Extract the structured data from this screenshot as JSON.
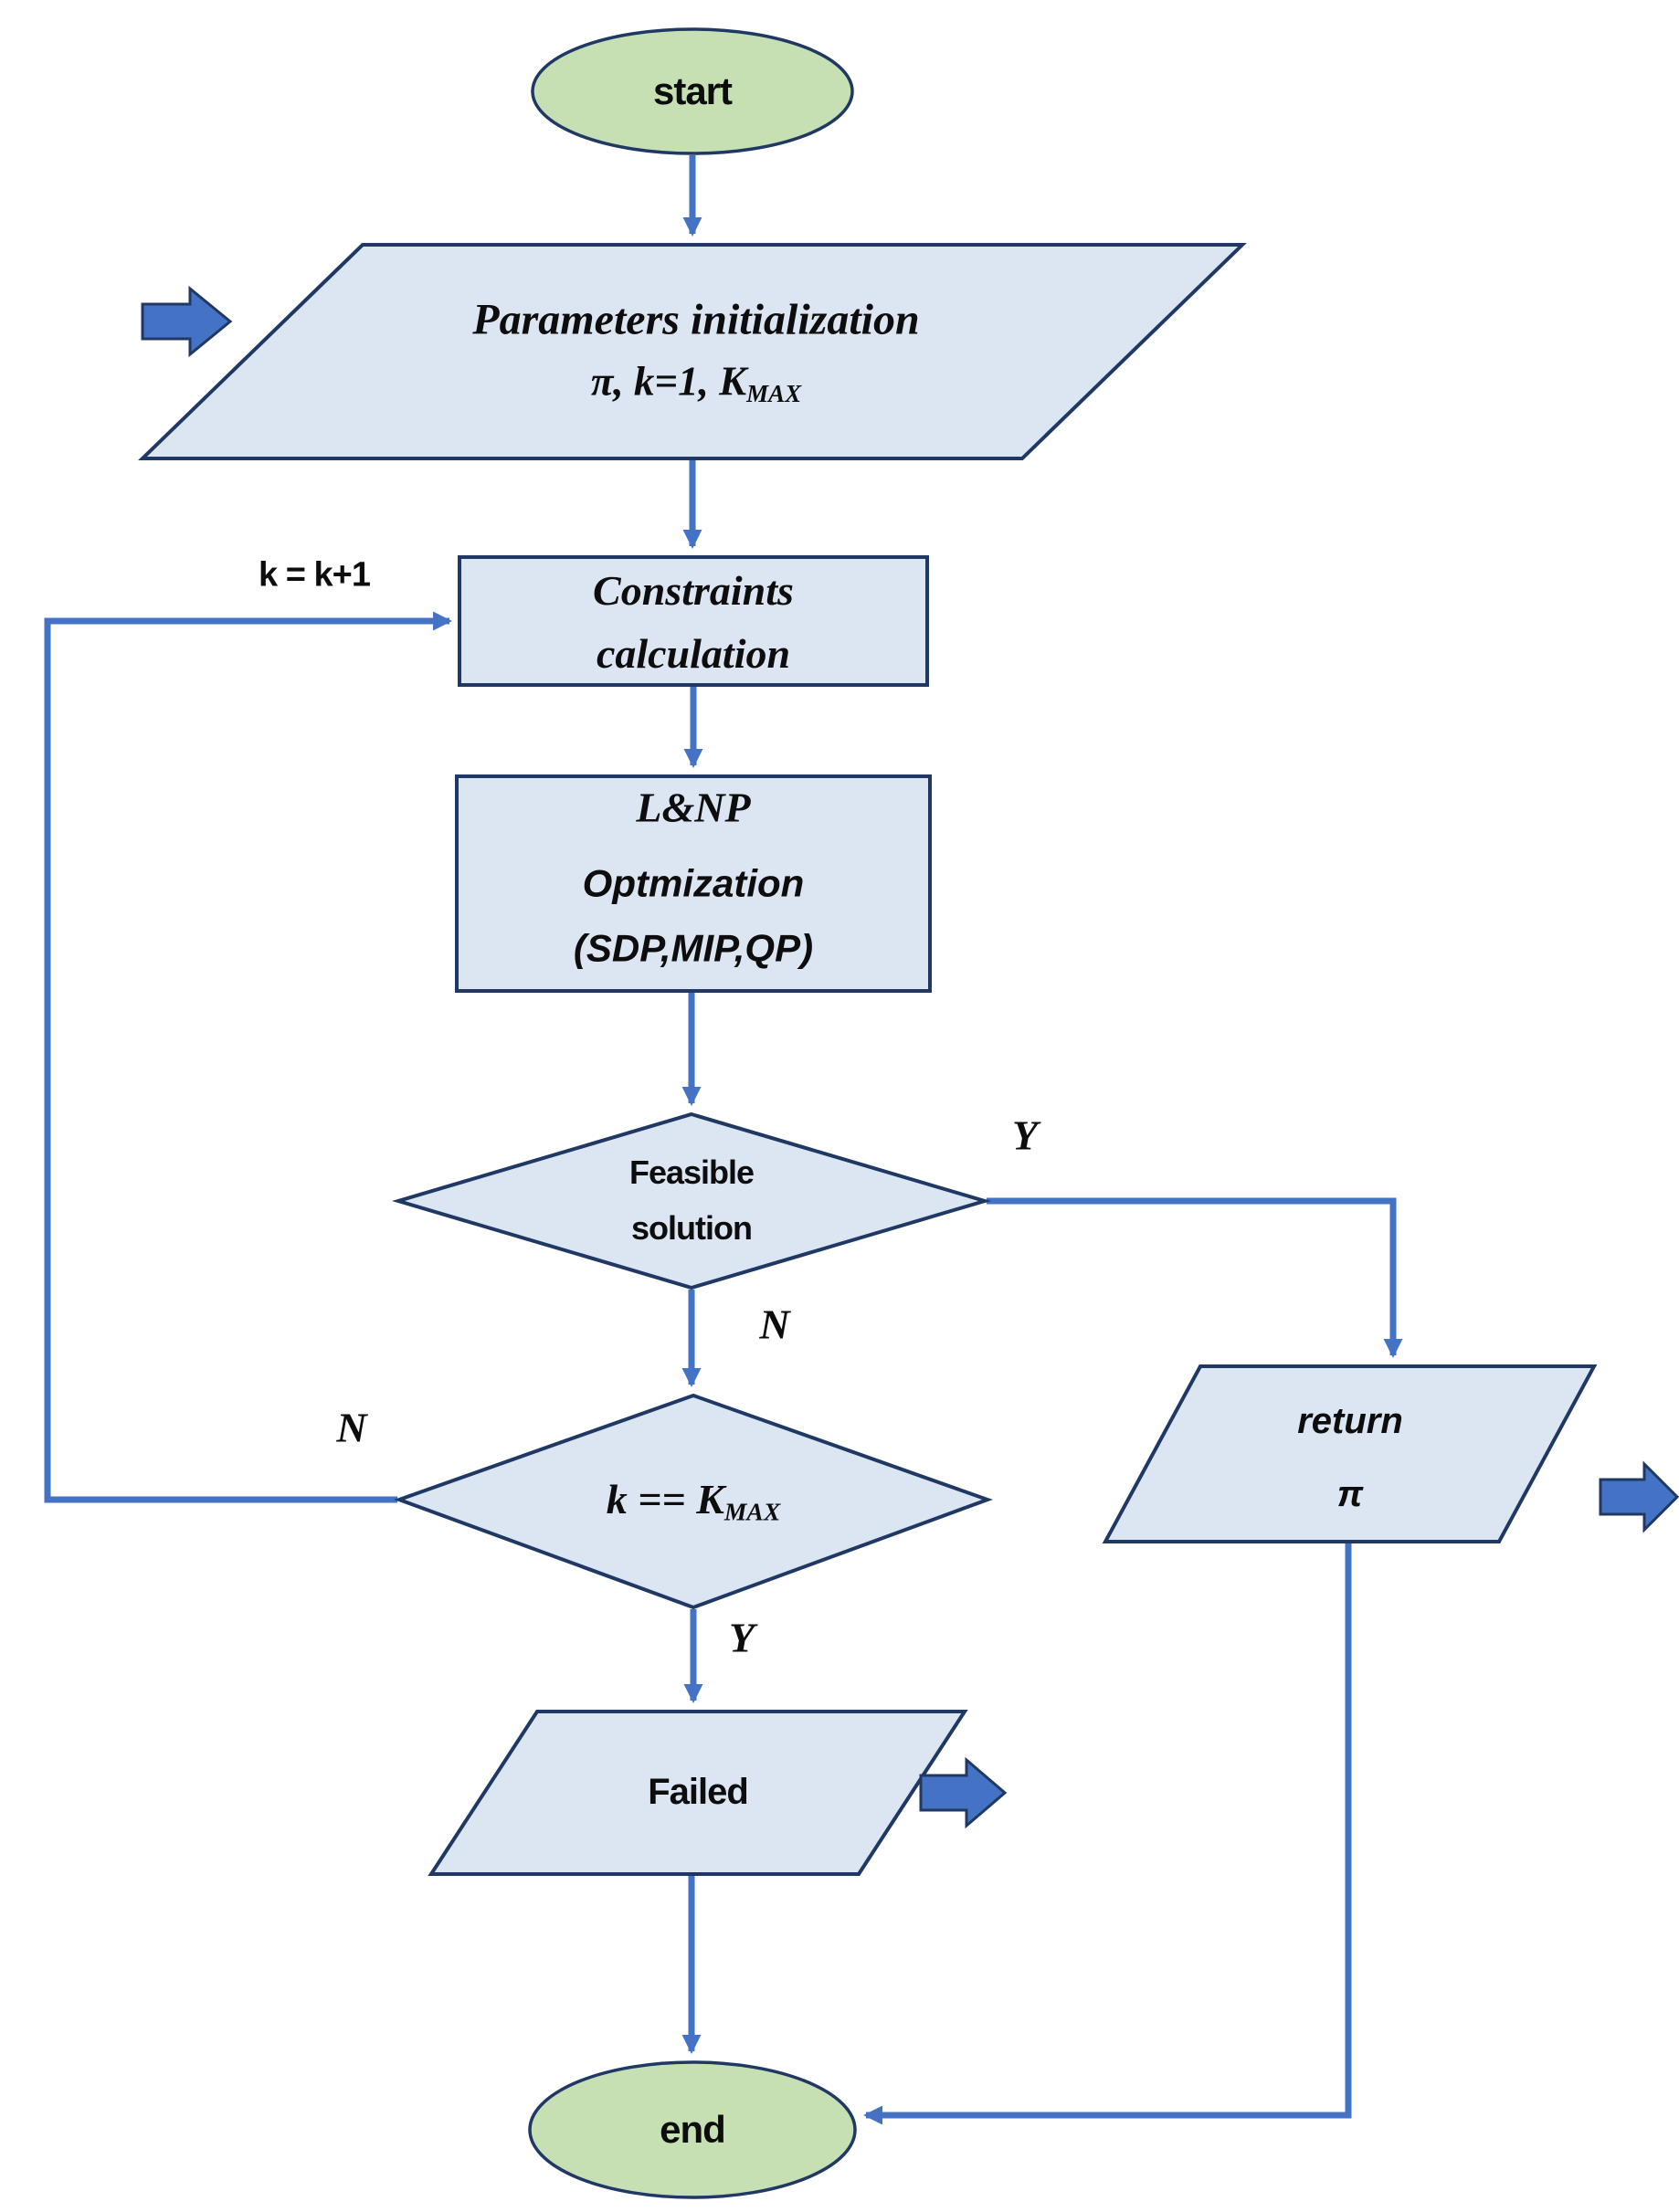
{
  "title": "Optimization algorithm flowchart",
  "colors": {
    "shape_fill": "#dbe6f2",
    "shape_border": "#1f3864",
    "terminal_fill": "#c6e0b4",
    "connector": "#4472c4",
    "block_fill": "#4472c4",
    "text": "#0d0d0d"
  },
  "nodes": {
    "start": {
      "label": "start"
    },
    "params": {
      "line1": "Parameters initialization",
      "line2_main": "π, k=1, K",
      "line2_sub": "MAX"
    },
    "constraints": {
      "line1": "Constraints",
      "line2": "calculation"
    },
    "optimization": {
      "line1": "L&NP",
      "line2": "Optmization",
      "line3": "(SDP,MIP,QP)"
    },
    "feasible": {
      "line1": "Feasible",
      "line2": "solution"
    },
    "kmax_check": {
      "main": "k == K",
      "sub": "MAX"
    },
    "return_pi": {
      "line1": "return",
      "line2": "π"
    },
    "failed": {
      "label": "Failed"
    },
    "end": {
      "label": "end"
    }
  },
  "edge_labels": {
    "increment": "k = k+1",
    "feasible_yes": "Y",
    "feasible_no": "N",
    "kmax_no": "N",
    "kmax_yes": "Y"
  }
}
